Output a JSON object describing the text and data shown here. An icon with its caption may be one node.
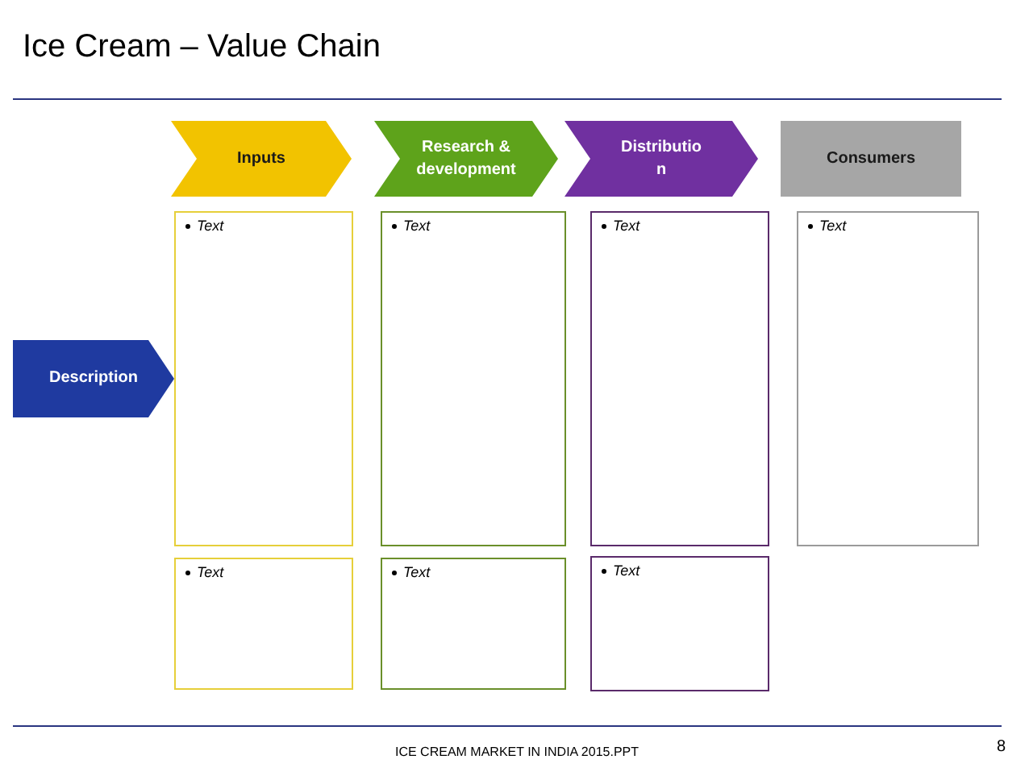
{
  "diagram": {
    "title": "Ice Cream – Value Chain",
    "nodes": [
      {
        "text": [
          "Inputs"
        ]
      },
      {
        "text": [
          "Research & development"
        ]
      },
      {
        "text": [
          "Distribution"
        ]
      },
      {
        "text": [
          "Consumers"
        ]
      },
      {
        "text": [
          "Description"
        ]
      },
      {
        "text": [
          "Text"
        ]
      },
      {
        "text": [
          "Text"
        ]
      },
      {
        "text": [
          "Text"
        ]
      },
      {
        "text": [
          "Text"
        ]
      },
      {
        "text": [
          "Text"
        ]
      },
      {
        "text": [
          "Text"
        ]
      },
      {
        "text": [
          "Text"
        ]
      }
    ],
    "labels": [
      "ICE CREAM MARKET IN INDIA 2015.PPT",
      "8"
    ]
  }
}
